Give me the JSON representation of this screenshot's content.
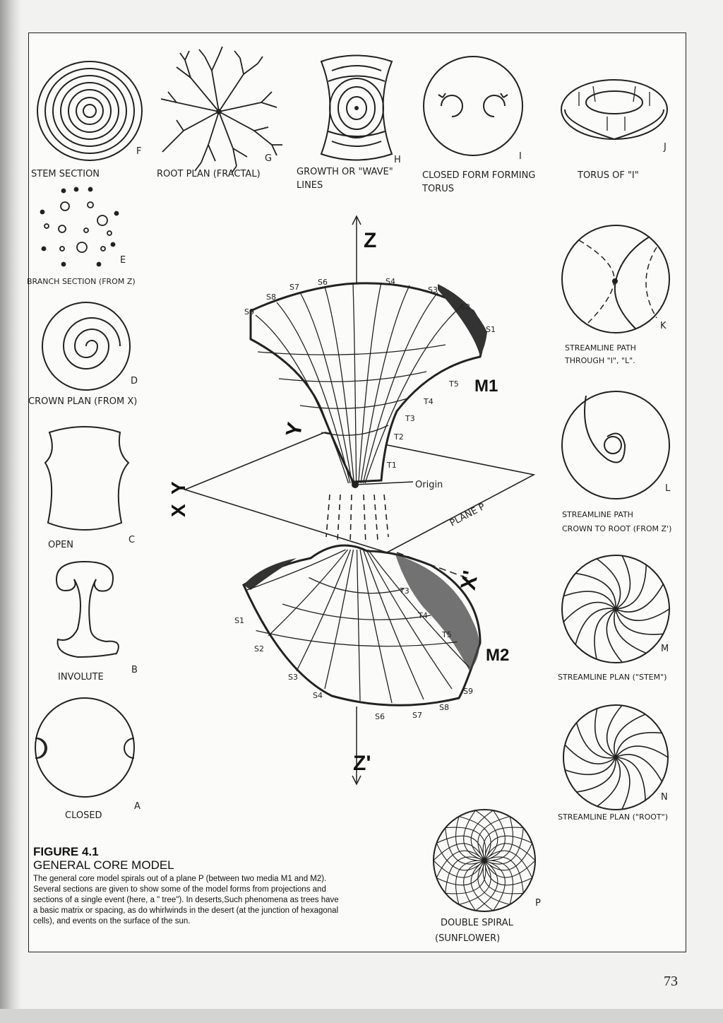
{
  "figure": {
    "number": "FIGURE 4.1",
    "title": "GENERAL CORE MODEL",
    "caption": "The general core model spirals out of a plane P (between two media M1 and M2). Several sections are given to show some of the model forms from projections and sections of a single event (here, a \" tree\"). In deserts,Such phenomena as trees have a basic matrix or spacing, as do whirlwinds in the desert (at the junction of hexagonal cells), and events on the surface of the sun."
  },
  "page_number": "73",
  "sketches": {
    "F": {
      "letter": "F",
      "label": "STEM SECTION"
    },
    "G": {
      "letter": "G",
      "label": "ROOT PLAN (FRACTAL)"
    },
    "H": {
      "letter": "H",
      "label_1": "GROWTH OR \"WAVE\"",
      "label_2": "LINES"
    },
    "I": {
      "letter": "I",
      "label_1": "CLOSED FORM FORMING",
      "label_2": "TORUS"
    },
    "J": {
      "letter": "J",
      "label": "TORUS OF \"I\""
    },
    "E": {
      "letter": "E",
      "label": "BRANCH SECTION (FROM Z)"
    },
    "D": {
      "letter": "D",
      "label": "CROWN PLAN (FROM X)"
    },
    "C": {
      "letter": "C",
      "label": "OPEN"
    },
    "B": {
      "letter": "B",
      "label": "INVOLUTE"
    },
    "A": {
      "letter": "A",
      "label": "CLOSED"
    },
    "K": {
      "letter": "K",
      "label_1": "STREAMLINE PATH",
      "label_2": "THROUGH \"I\", \"L\"."
    },
    "L": {
      "letter": "L",
      "label_1": "STREAMLINE PATH",
      "label_2": "CROWN TO ROOT (FROM Z')"
    },
    "M": {
      "letter": "M",
      "label": "STREAMLINE PLAN (\"STEM\")"
    },
    "N": {
      "letter": "N",
      "label": "STREAMLINE PLAN (\"ROOT\")"
    },
    "P": {
      "letter": "P",
      "label_1": "DOUBLE SPIRAL",
      "label_2": "(SUNFLOWER)"
    }
  },
  "model": {
    "axis_z": "Z",
    "axis_z_prime": "Z'",
    "axis_y": "Y",
    "axis_y2": "Y",
    "axis_x": "X",
    "axis_x_prime": "X'",
    "medium_1": "M1",
    "medium_2": "M2",
    "origin": "Origin",
    "plane": "PLANE P",
    "top_sections": [
      "S9",
      "S8",
      "S7",
      "S6",
      "S4",
      "S3",
      "S2",
      "S1"
    ],
    "top_tiers": [
      "T1",
      "T2",
      "T3",
      "T4",
      "T5"
    ],
    "bottom_sections": [
      "S1",
      "S2",
      "S3",
      "S4",
      "S6",
      "S7",
      "S8",
      "S9"
    ],
    "bottom_tiers": [
      "T3",
      "T4",
      "T5"
    ]
  },
  "colors": {
    "ink": "#222222",
    "paper": "#fbfbf9"
  }
}
